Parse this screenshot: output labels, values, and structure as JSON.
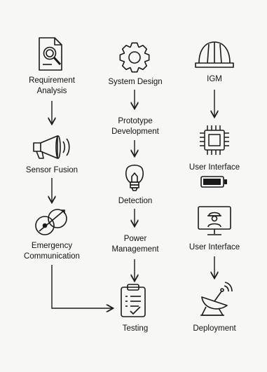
{
  "nodes": {
    "requirement_analysis": {
      "label_line1": "Requirement",
      "label_line2": "Analysis",
      "icon": "document-magnifier-icon"
    },
    "system_design": {
      "label": "System Design",
      "icon": "gear-icon"
    },
    "igm": {
      "label": "IGM",
      "icon": "hard-hat-icon"
    },
    "sensor_fusion": {
      "label": "Sensor Fusion",
      "icon": "megaphone-icon"
    },
    "prototype_development": {
      "label_line1": "Prototype",
      "label_line2": "Development"
    },
    "user_interface_1": {
      "label": "User Interface",
      "icon": "microchip-icon"
    },
    "battery": {
      "icon": "battery-icon"
    },
    "detection": {
      "label": "Detection",
      "icon": "lightbulb-icon"
    },
    "emergency_communication": {
      "label_line1": "Emergency",
      "label_line2": "Communication",
      "icon": "orbit-icon"
    },
    "power_management": {
      "label_line1": "Power",
      "label_line2": "Management"
    },
    "user_interface_2": {
      "label": "User Interface",
      "icon": "monitor-worker-icon"
    },
    "testing": {
      "label": "Testing",
      "icon": "clipboard-checklist-icon"
    },
    "deployment": {
      "label": "Deployment",
      "icon": "satellite-dish-icon"
    }
  },
  "colors": {
    "stroke": "#1a1a1a",
    "background": "#f7f7f5",
    "battery_fill": "#1a1a1a"
  }
}
